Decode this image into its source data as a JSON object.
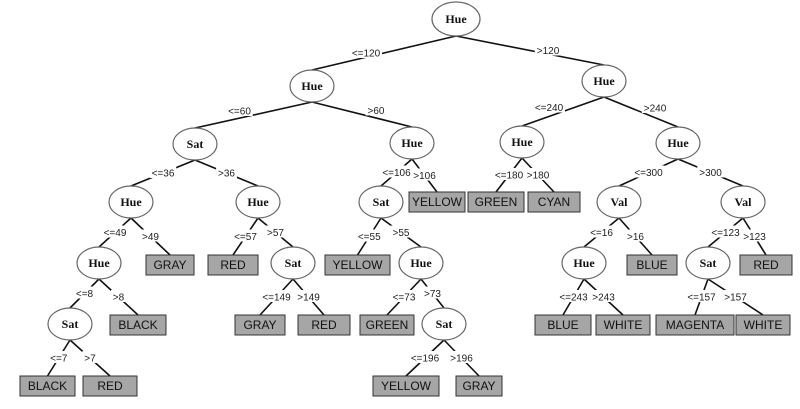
{
  "decision_tree": {
    "nodes": {
      "n0": {
        "label": "Hue"
      },
      "n1": {
        "label": "Hue"
      },
      "n2": {
        "label": "Hue"
      },
      "n3": {
        "label": "Sat"
      },
      "n4": {
        "label": "Hue"
      },
      "n5": {
        "label": "Hue"
      },
      "n6": {
        "label": "Hue"
      },
      "n7": {
        "label": "Hue"
      },
      "n8": {
        "label": "Hue"
      },
      "n9": {
        "label": "Hue"
      },
      "n10": {
        "label": "Sat"
      },
      "n11": {
        "label": "Sat"
      },
      "n12": {
        "label": "Hue"
      },
      "n13": {
        "label": "Sat"
      },
      "n14": {
        "label": "Val"
      },
      "n15": {
        "label": "Hue"
      },
      "n16": {
        "label": "Val"
      },
      "n17": {
        "label": "Sat"
      }
    },
    "leaves": {
      "l_yellow106": {
        "label": "YELLOW"
      },
      "l_green": {
        "label": "GREEN"
      },
      "l_cyan": {
        "label": "CYAN"
      },
      "l_gray49": {
        "label": "GRAY"
      },
      "l_red57": {
        "label": "RED"
      },
      "l_yellow55": {
        "label": "YELLOW"
      },
      "l_blue16": {
        "label": "BLUE"
      },
      "l_red123": {
        "label": "RED"
      },
      "l_black8": {
        "label": "BLACK"
      },
      "l_gray149": {
        "label": "GRAY"
      },
      "l_red149": {
        "label": "RED"
      },
      "l_green73": {
        "label": "GREEN"
      },
      "l_blue243": {
        "label": "BLUE"
      },
      "l_white243": {
        "label": "WHITE"
      },
      "l_magenta": {
        "label": "MAGENTA"
      },
      "l_white157": {
        "label": "WHITE"
      },
      "l_black7": {
        "label": "BLACK"
      },
      "l_red7": {
        "label": "RED"
      },
      "l_yellow196": {
        "label": "YELLOW"
      },
      "l_gray196": {
        "label": "GRAY"
      }
    },
    "edges": [
      {
        "from": "n0",
        "to": "n1",
        "label": "<=120"
      },
      {
        "from": "n0",
        "to": "n2",
        "label": ">120"
      },
      {
        "from": "n1",
        "to": "n3",
        "label": "<=60"
      },
      {
        "from": "n1",
        "to": "n4",
        "label": ">60"
      },
      {
        "from": "n2",
        "to": "n5",
        "label": "<=240"
      },
      {
        "from": "n2",
        "to": "n6",
        "label": ">240"
      },
      {
        "from": "n3",
        "to": "n7",
        "label": "<=36"
      },
      {
        "from": "n3",
        "to": "n8",
        "label": ">36"
      },
      {
        "from": "n4",
        "to": "n11",
        "label": "<=106"
      },
      {
        "from": "n4",
        "to": "l_yellow106",
        "label": ">106"
      },
      {
        "from": "n5",
        "to": "l_green",
        "label": "<=180"
      },
      {
        "from": "n5",
        "to": "l_cyan",
        "label": ">180"
      },
      {
        "from": "n6",
        "to": "n14",
        "label": "<=300"
      },
      {
        "from": "n6",
        "to": "n16",
        "label": ">300"
      },
      {
        "from": "n7",
        "to": "n9",
        "label": "<=49"
      },
      {
        "from": "n7",
        "to": "l_gray49",
        "label": ">49"
      },
      {
        "from": "n8",
        "to": "l_red57",
        "label": "<=57"
      },
      {
        "from": "n8",
        "to": "n10",
        "label": ">57"
      },
      {
        "from": "n11",
        "to": "l_yellow55",
        "label": "<=55"
      },
      {
        "from": "n11",
        "to": "n12",
        "label": ">55"
      },
      {
        "from": "n14",
        "to": "n15",
        "label": "<=16"
      },
      {
        "from": "n14",
        "to": "l_blue16",
        "label": ">16"
      },
      {
        "from": "n16",
        "to": "n17",
        "label": "<=123"
      },
      {
        "from": "n16",
        "to": "l_red123",
        "label": ">123"
      },
      {
        "from": "n9",
        "to": "n13",
        "label": "<=8"
      },
      {
        "from": "n9",
        "to": "l_black8",
        "label": ">8"
      },
      {
        "from": "n10",
        "to": "l_gray149",
        "label": "<=149"
      },
      {
        "from": "n10",
        "to": "l_red149",
        "label": ">149"
      },
      {
        "from": "n12",
        "to": "l_green73",
        "label": "<=73"
      },
      {
        "from": "n12",
        "to": "n18",
        "label": ">73"
      },
      {
        "from": "n15",
        "to": "l_blue243",
        "label": "<=243"
      },
      {
        "from": "n15",
        "to": "l_white243",
        "label": ">243"
      },
      {
        "from": "n17",
        "to": "l_magenta",
        "label": "<=157"
      },
      {
        "from": "n17",
        "to": "l_white157",
        "label": ">157"
      },
      {
        "from": "n13",
        "to": "l_black7",
        "label": "<=7"
      },
      {
        "from": "n13",
        "to": "l_red7",
        "label": ">7"
      },
      {
        "from": "n18",
        "to": "l_yellow196",
        "label": "<=196"
      },
      {
        "from": "n18",
        "to": "l_gray196",
        "label": ">196"
      }
    ],
    "extra_nodes": {
      "n18": {
        "label": "Sat"
      }
    }
  },
  "colors": {
    "node_fill": "#ffffff",
    "node_stroke": "#666666",
    "leaf_fill": "#a6a6a6",
    "leaf_stroke": "#333333",
    "edge": "#111111"
  }
}
